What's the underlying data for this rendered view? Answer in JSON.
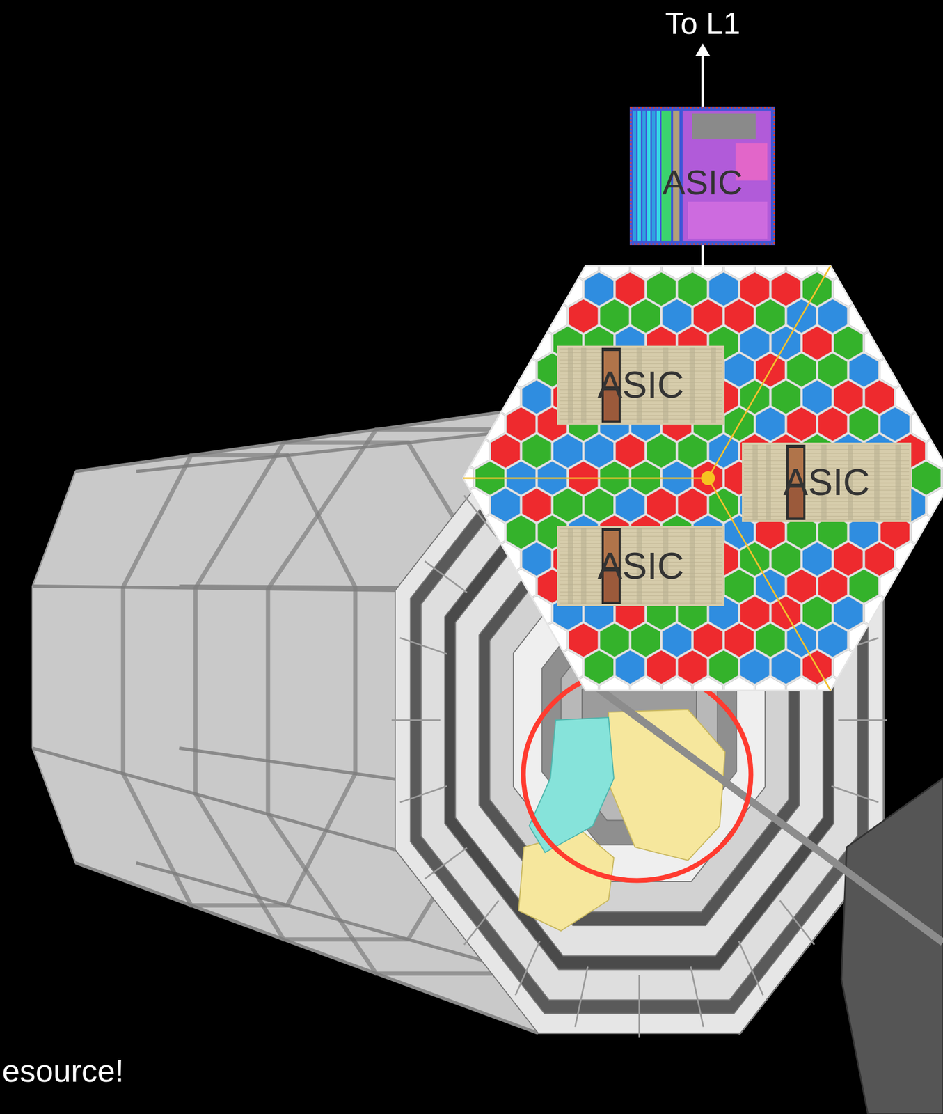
{
  "diagram": {
    "nodes": [
      {
        "text": [
          "ASIC"
        ]
      },
      {
        "text": [
          "ASIC"
        ]
      },
      {
        "text": [
          "ASIC"
        ]
      },
      {
        "text": [
          "ASIC"
        ]
      }
    ],
    "labels": [
      "To L1",
      "esource!"
    ]
  }
}
